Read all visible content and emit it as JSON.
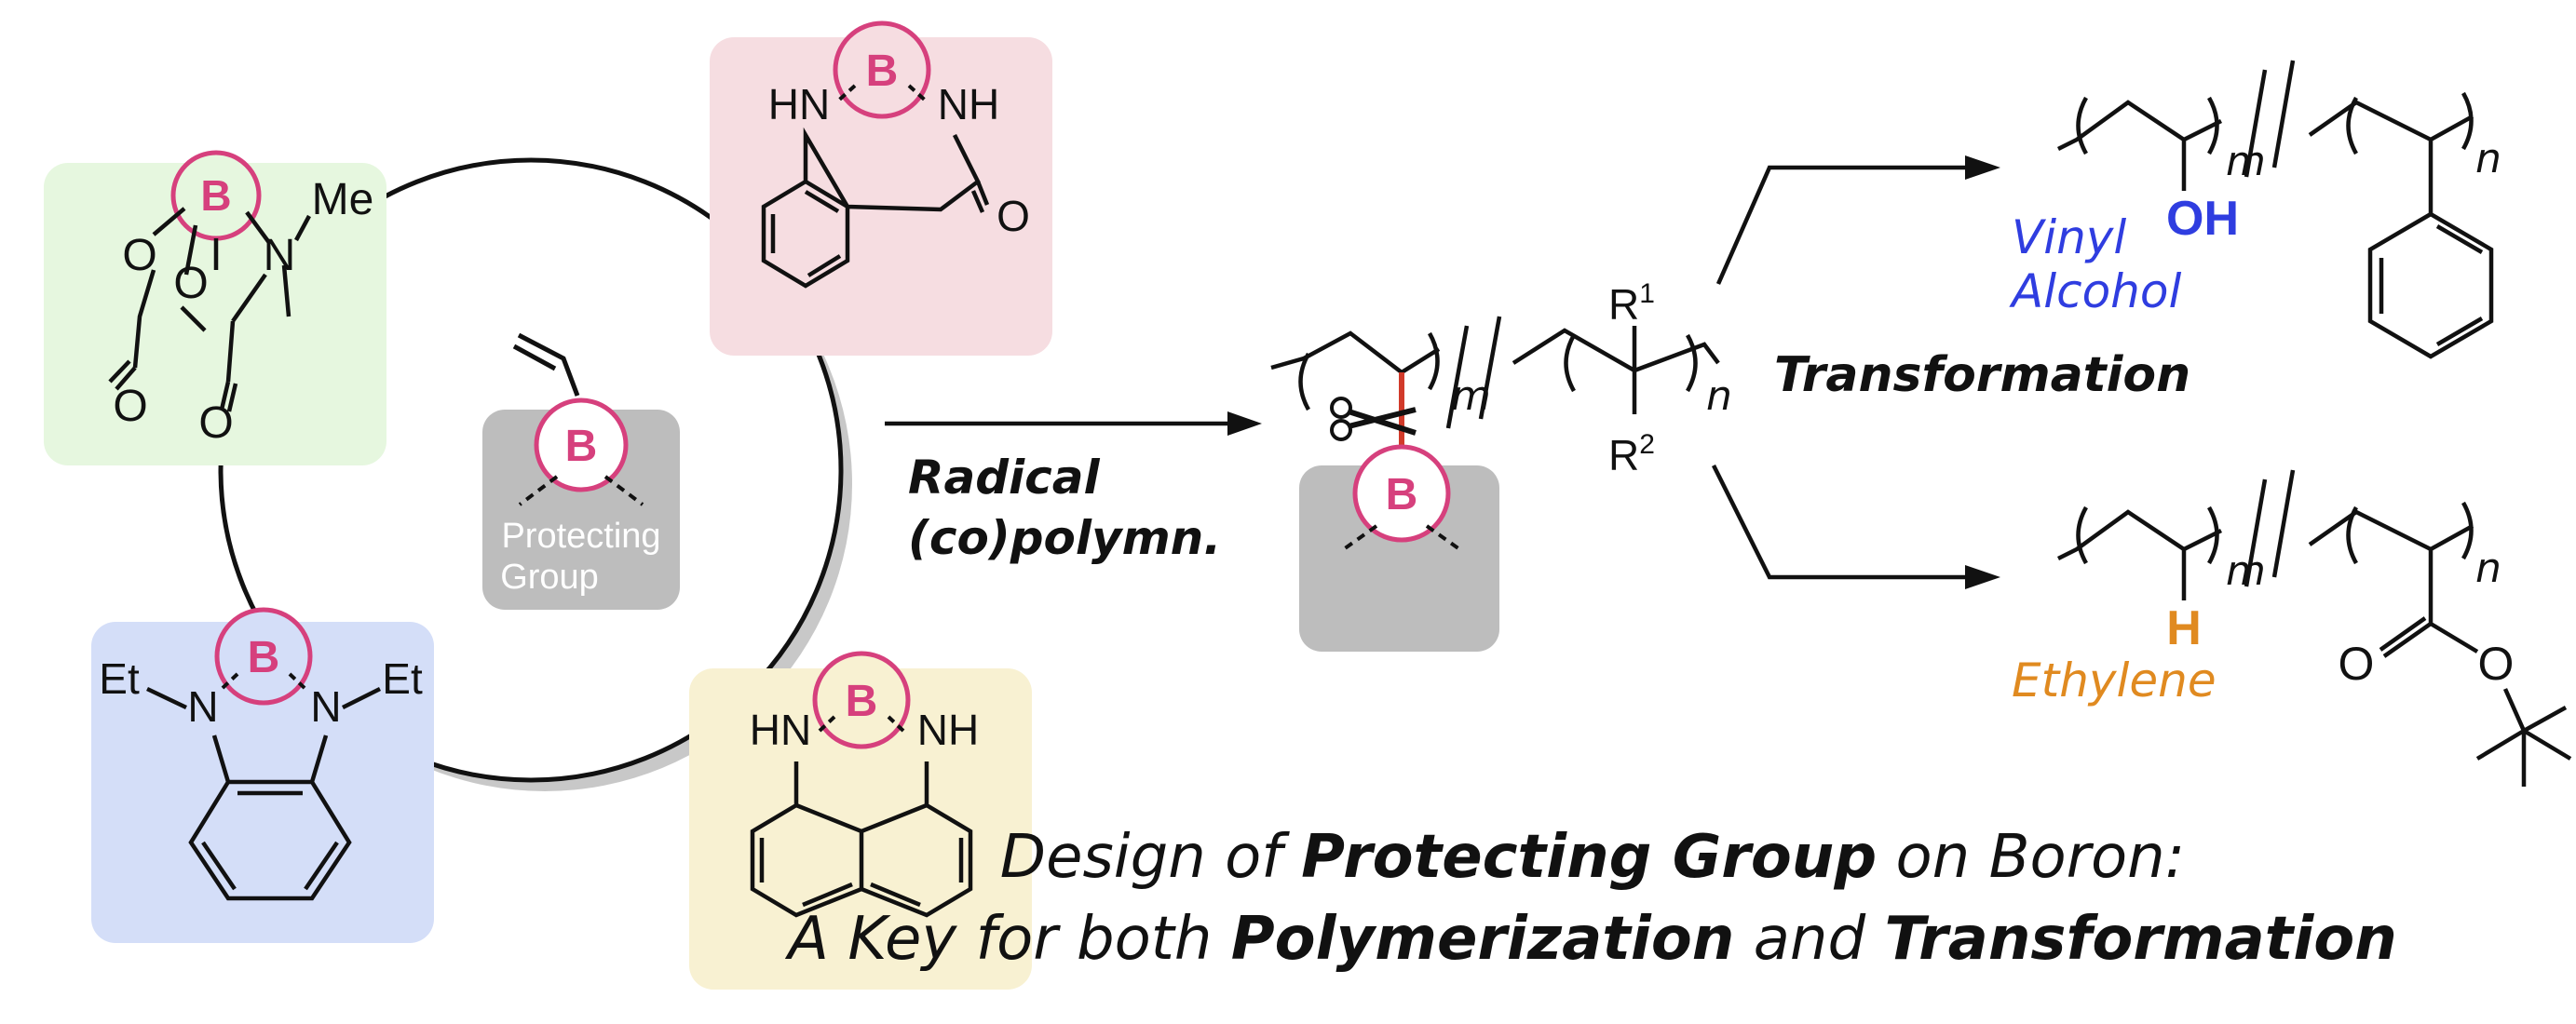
{
  "colors": {
    "boron": "#d6407d",
    "scissor_bond": "#d13a2a",
    "vinyl_alcohol": "#2f3de0",
    "ethylene": "#e08a20",
    "panel_green": "#e6f7df",
    "panel_pink": "#f6dde1",
    "panel_blue": "#d4def8",
    "panel_yellow": "#f8f1d2",
    "grey_block": "#bdbdbd"
  },
  "center": {
    "boron_label": "B",
    "protecting_line1": "Protecting",
    "protecting_line2": "Group"
  },
  "panels": {
    "mida": {
      "boron": "B",
      "n_label": "N",
      "me_label": "Me",
      "o_labels": [
        "O",
        "O",
        "O",
        "O"
      ]
    },
    "anthranilamide": {
      "boron": "B",
      "nh_left": "HN",
      "nh_right": "NH",
      "o_label": "O"
    },
    "diethyl_benzimidazole": {
      "boron": "B",
      "et_left": "Et",
      "et_right": "Et",
      "n_left": "N",
      "n_right": "N"
    },
    "naphthalene_diamine": {
      "boron": "B",
      "nh_left": "HN",
      "nh_right": "NH"
    }
  },
  "arrow1": {
    "line1": "Radical",
    "line2": "(co)polymn."
  },
  "polymer": {
    "m": "m",
    "n": "n",
    "r1": "R",
    "r1_sup": "1",
    "r2": "R",
    "r2_sup": "2",
    "boron": "B"
  },
  "transformation_label": "Transformation",
  "product_top": {
    "oh": "OH",
    "name_line1": "Vinyl",
    "name_line2": "Alcohol",
    "m": "m",
    "n": "n"
  },
  "product_bottom": {
    "h": "H",
    "name": "Ethylene",
    "o_left": "O",
    "o_ring": "O",
    "m": "m",
    "n": "n"
  },
  "caption": {
    "l1_a": "Design of ",
    "l1_b": "Protecting Group",
    "l1_c": " on Boron:",
    "l2_a": "A Key for both ",
    "l2_b": "Polymerization",
    "l2_c": " and ",
    "l2_d": "Transformation"
  }
}
